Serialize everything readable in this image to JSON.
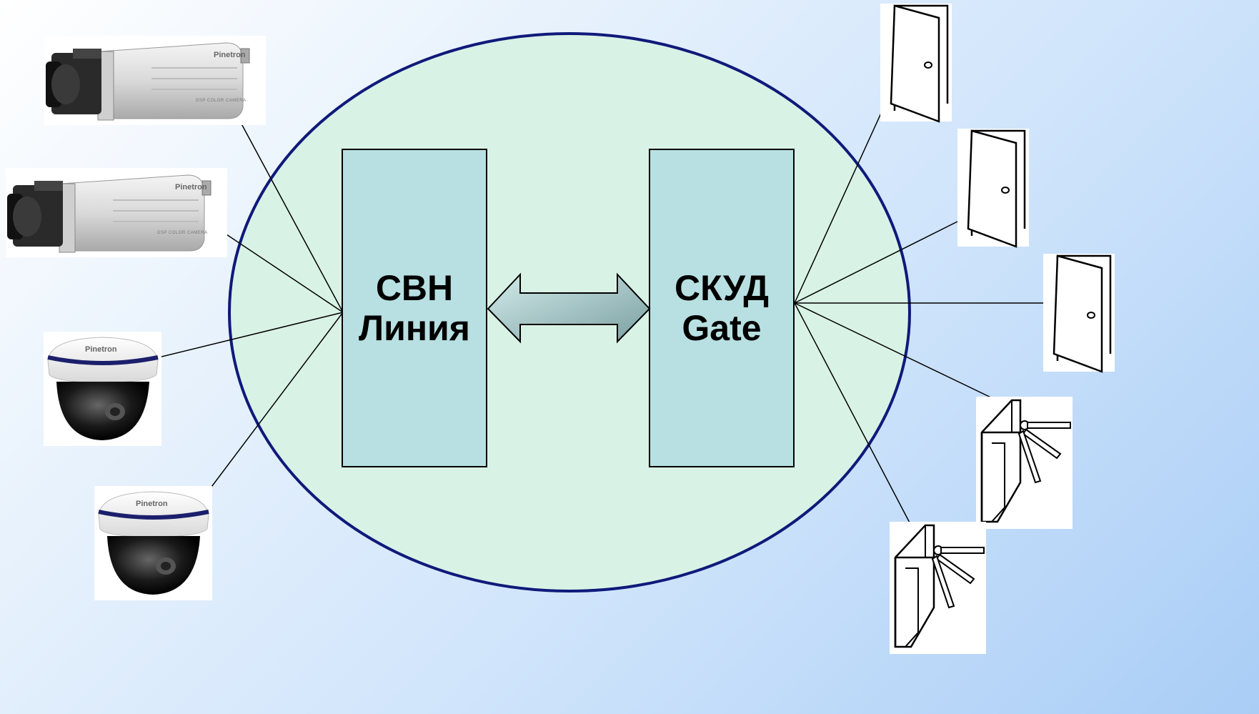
{
  "blocks": {
    "svn": {
      "line1": "СВН",
      "line2": "Линия"
    },
    "skud": {
      "line1": "СКУД",
      "line2": "Gate"
    }
  },
  "devices": {
    "box_camera": {
      "brand": "Pinetron",
      "model_text": "DSP COLOR CAMERA"
    },
    "dome_camera": {
      "brand": "Pinetron"
    }
  },
  "colors": {
    "ellipse_fill": "#d9f2e6",
    "ellipse_stroke": "#0f1a7a",
    "block_fill": "#b8e0e2",
    "arrow_fill_start": "#c9e3e3",
    "arrow_fill_end": "#7fa7a8"
  },
  "icons": [
    "box-camera-icon",
    "dome-camera-icon",
    "door-icon",
    "turnstile-icon",
    "bidirectional-arrow-icon"
  ]
}
